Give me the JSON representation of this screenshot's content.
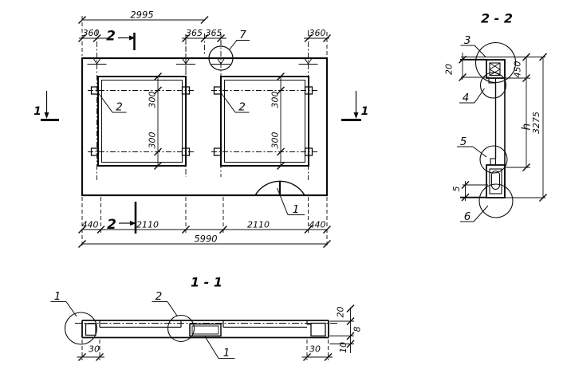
{
  "plan": {
    "dim_2995": "2995",
    "dim_360_left": "360",
    "dim_365_left": "365",
    "dim_365_right": "365",
    "dim_360_right": "360",
    "dim_440_left": "440",
    "dim_2110_left": "2110",
    "dim_2110_right": "2110",
    "dim_440_right": "440",
    "dim_5990": "5990",
    "dim_300": "300",
    "callout_7": "7",
    "callout_2": "2",
    "callout_1": "1",
    "marker_1": "1",
    "marker_2": "2"
  },
  "section_2_2": {
    "title": "2 - 2",
    "callout_3": "3",
    "callout_4": "4",
    "callout_5": "5",
    "callout_6": "6",
    "dim_20": "20",
    "dim_450": "450",
    "dim_h": "h",
    "dim_3275": "3275",
    "dim_5": "5"
  },
  "section_1_1": {
    "title": "1 - 1",
    "callout_1": "1",
    "callout_2": "2",
    "dim_30": "30",
    "dim_20": "20",
    "dim_8": "8",
    "dim_10": "10"
  }
}
